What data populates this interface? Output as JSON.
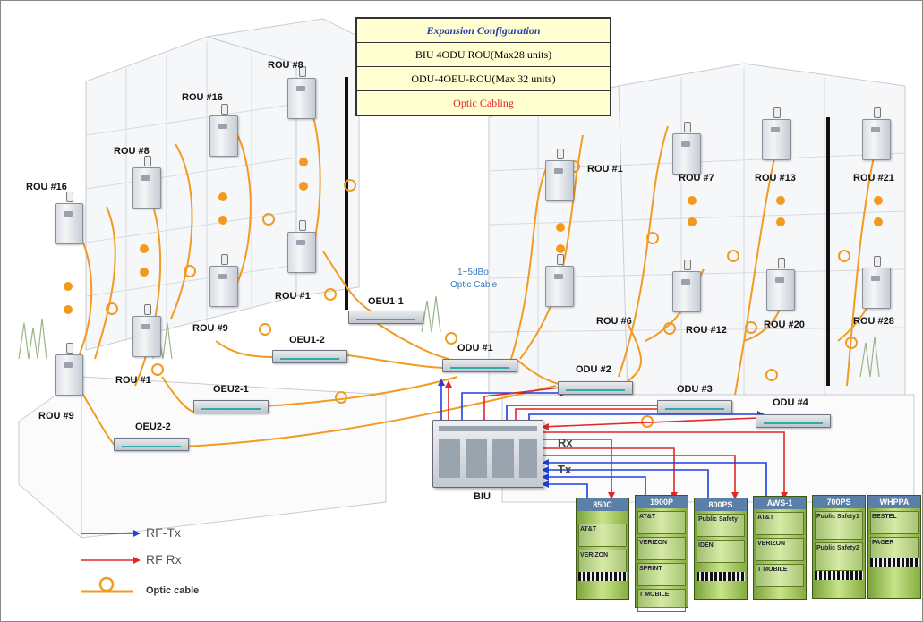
{
  "legend_box": {
    "title": "Expansion Configuration",
    "line1": "BIU 4ODU ROU(Max28 units)",
    "line2": "ODU-4OEU-ROU(Max 32 units)",
    "line3": "Optic Cabling"
  },
  "left_units": {
    "rou_8_top": "ROU #8",
    "rou_16_a": "ROU #16",
    "rou_8_b": "ROU #8",
    "rou_16_b": "ROU #16",
    "rou_1_a": "ROU #1",
    "rou_9_a": "ROU #9",
    "rou_1_b": "ROU #1",
    "rou_9_b": "ROU #9",
    "oeu1_1": "OEU1-1",
    "oeu1_2": "OEU1-2",
    "oeu2_1": "OEU2-1",
    "oeu2_2": "OEU2-2"
  },
  "right_units": {
    "rou_1": "ROU #1",
    "rou_7": "ROU #7",
    "rou_13": "ROU #13",
    "rou_21": "ROU #21",
    "rou_6": "ROU #6",
    "rou_12": "ROU #12",
    "rou_20": "ROU #20",
    "rou_28": "ROU #28",
    "odu_1": "ODU #1",
    "odu_2": "ODU #2",
    "odu_3": "ODU #3",
    "odu_4": "ODU #4"
  },
  "cable_note": {
    "line1": "1~5dBo",
    "line2": "Optic Cable"
  },
  "biu_label": "BIU",
  "rx_label": "Rx",
  "tx_label": "Tx",
  "legend": {
    "tx": "RF-Tx",
    "rx": "RF Rx",
    "optic": "Optic cable"
  },
  "colors": {
    "tx": "#1f3fe0",
    "rx": "#e02828",
    "optic": "#f29b24",
    "legend_fill": "#ffffd2"
  },
  "services": [
    {
      "header": "850C",
      "items": [
        "AT&T",
        "VERIZON"
      ]
    },
    {
      "header": "1900P",
      "items": [
        "AT&T",
        "VERIZON",
        "SPRINT",
        "T MOBILE"
      ]
    },
    {
      "header": "800PS",
      "items": [
        "Public Safety",
        "IDEN"
      ]
    },
    {
      "header": "AWS-1",
      "items": [
        "AT&T",
        "VERIZON",
        "T MOBILE"
      ]
    },
    {
      "header": "700PS",
      "items": [
        "Public Safety1",
        "Public Safety2"
      ]
    },
    {
      "header": "WHPPA",
      "items": [
        "BESTEL",
        "PAGER"
      ]
    }
  ]
}
